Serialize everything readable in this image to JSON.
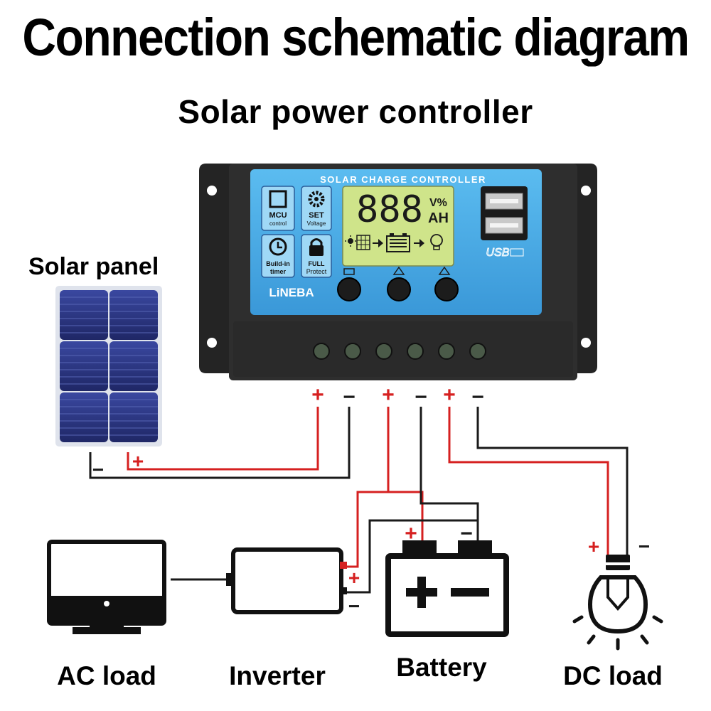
{
  "title": "Connection schematic diagram",
  "subtitle": "Solar power controller",
  "colors": {
    "positive_wire": "#d62020",
    "negative_wire": "#1a1a1a",
    "panel_face": "#4fb1ea",
    "lcd_screen": "#cfe48a",
    "case": "#2c2c2c",
    "solar_cell": "#2a3580"
  },
  "controller": {
    "header": "SOLAR CHARGE CONTROLLER",
    "brand": "LiNEBA",
    "lcd_digits": "888",
    "lcd_unit_top": "V%",
    "lcd_unit_bottom": "AH",
    "usb_label": "USB",
    "icons": [
      {
        "icon": "chip-icon",
        "line1": "MCU",
        "line2": "control"
      },
      {
        "icon": "gear-icon",
        "line1": "SET",
        "line2": "Voltage"
      },
      {
        "icon": "clock-icon",
        "line1": "Build-in",
        "line2": "timer"
      },
      {
        "icon": "lock-icon",
        "line1": "FULL",
        "line2": "Protect"
      }
    ],
    "terminal_signs": [
      "+",
      "−",
      "+",
      "−",
      "+",
      "−"
    ]
  },
  "components": {
    "solar_panel": "Solar panel",
    "ac_load": "AC load",
    "inverter": "Inverter",
    "battery": "Battery",
    "dc_load": "DC load"
  },
  "polarity": {
    "plus": "+",
    "minus": "−"
  }
}
